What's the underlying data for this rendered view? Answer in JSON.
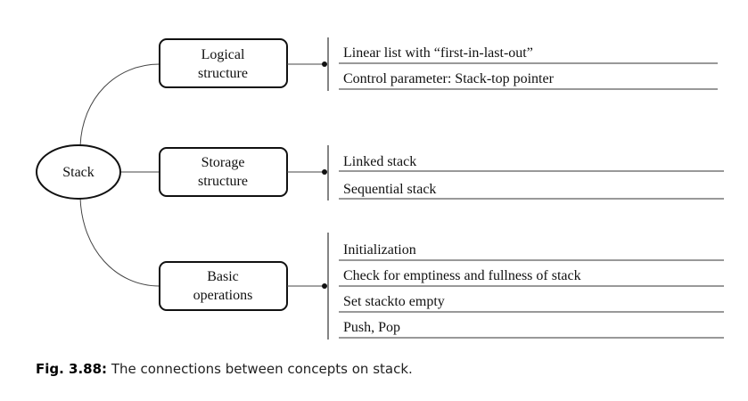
{
  "root": {
    "label": "Stack"
  },
  "branches": [
    {
      "label_lines": [
        "Logical",
        "structure"
      ],
      "items": [
        "Linear list with “first-in-last-out”",
        "Control parameter: Stack-top pointer"
      ]
    },
    {
      "label_lines": [
        "Storage",
        "structure"
      ],
      "items": [
        "Linked stack",
        "Sequential stack"
      ]
    },
    {
      "label_lines": [
        "Basic",
        "operations"
      ],
      "items": [
        "Initialization",
        "Check for emptiness and fullness of stack",
        "Set stackto empty",
        "Push, Pop"
      ]
    }
  ],
  "caption": {
    "label": "Fig. 3.88:",
    "text": " The connections between concepts on stack."
  }
}
